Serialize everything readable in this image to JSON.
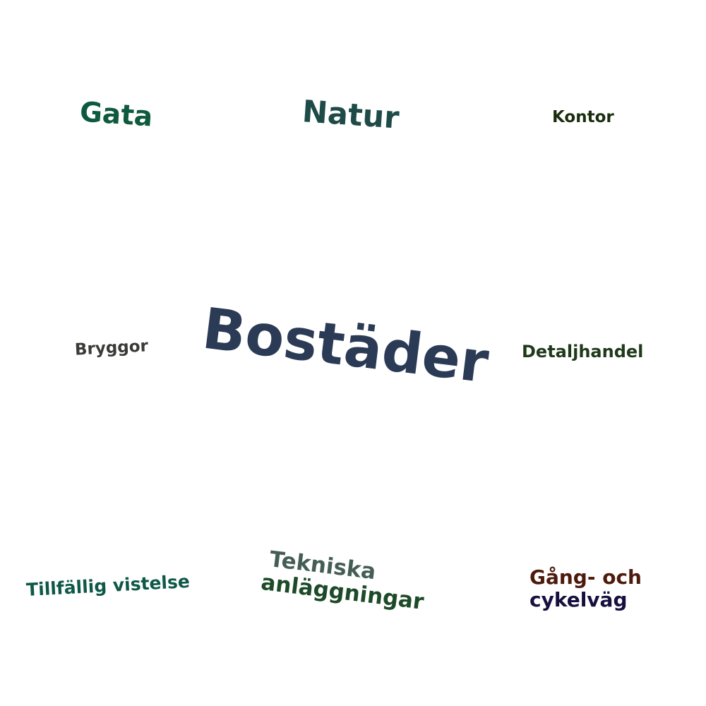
{
  "words": {
    "gata": {
      "text": "Gata",
      "color": "#0d5a3e"
    },
    "natur": {
      "text": "Natur",
      "color": "#1e4a48"
    },
    "kontor": {
      "text": "Kontor",
      "color": "#1a2e0f"
    },
    "bostader": {
      "text": "Bostäder",
      "color": "#2b3a55"
    },
    "bryggor": {
      "text": "Bryggor",
      "color": "#3a3a36"
    },
    "detaljhandel": {
      "text": "Detaljhandel",
      "color": "#1f3a1a"
    },
    "tillfallig": {
      "text": "Tillfällig vistelse",
      "color": "#0e5848"
    },
    "tekniska": {
      "line1": "Tekniska",
      "color1": "#445e55",
      "line2": "anläggningar",
      "color2": "#1d4a28"
    },
    "gang": {
      "line1": "Gång- och",
      "color1": "#4d1a0d",
      "line2": "cykelväg",
      "color2": "#17103f"
    }
  }
}
